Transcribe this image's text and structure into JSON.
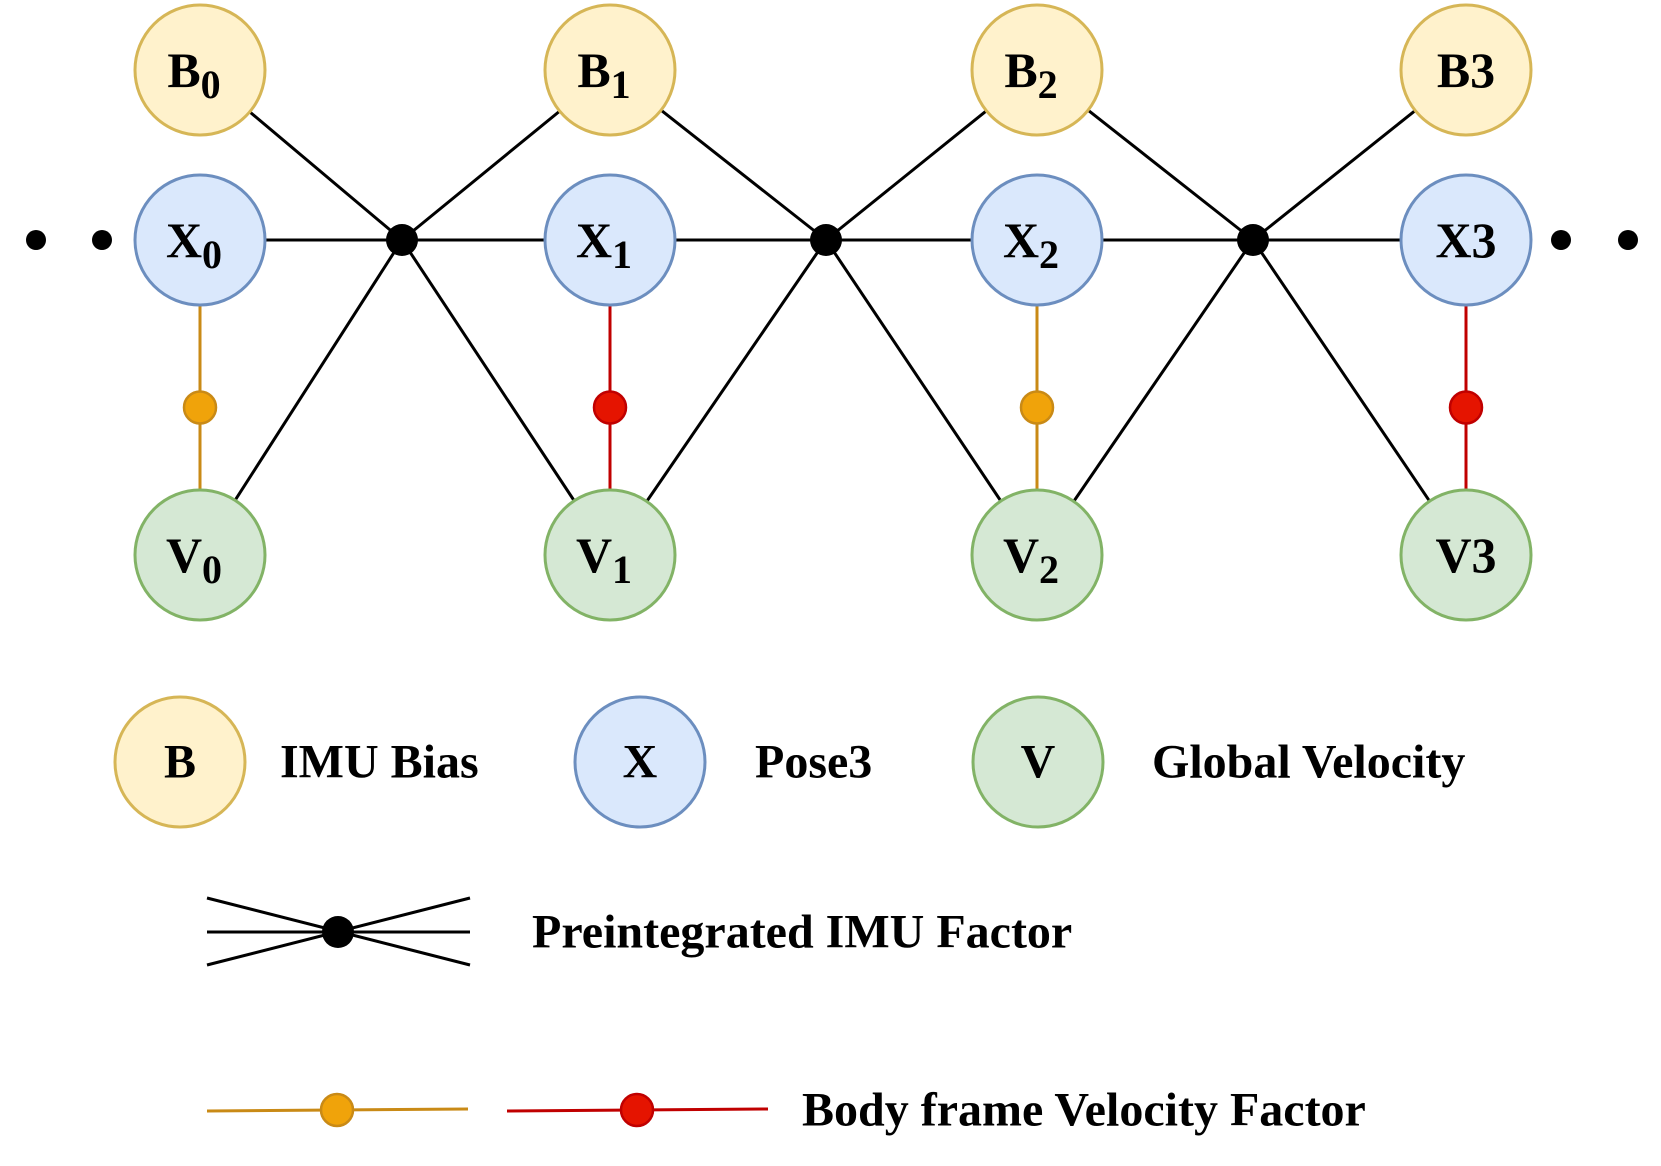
{
  "colors": {
    "bias_fill": "#fff2cc",
    "bias_stroke": "#d6b656",
    "pose_fill": "#dae8fc",
    "pose_stroke": "#6c8ebf",
    "vel_fill": "#d5e8d4",
    "vel_stroke": "#82b366",
    "factor": "#000000",
    "orange_factor": "#f0a30a",
    "orange_line": "#c98a16",
    "red_factor": "#e51400",
    "red_line": "#c00000"
  },
  "nodes": {
    "B0": {
      "main": "B",
      "sub": "0"
    },
    "B1": {
      "main": "B",
      "sub": "1"
    },
    "B2": {
      "main": "B",
      "sub": "2"
    },
    "B3": {
      "main": "B3",
      "sub": ""
    },
    "X0": {
      "main": "X",
      "sub": "0"
    },
    "X1": {
      "main": "X",
      "sub": "1"
    },
    "X2": {
      "main": "X",
      "sub": "2"
    },
    "X3": {
      "main": "X3",
      "sub": ""
    },
    "V0": {
      "main": "V",
      "sub": "0"
    },
    "V1": {
      "main": "V",
      "sub": "1"
    },
    "V2": {
      "main": "V",
      "sub": "2"
    },
    "V3": {
      "main": "V3",
      "sub": ""
    }
  },
  "edges": [
    {
      "type": "imu",
      "a": "B0",
      "f": 0
    },
    {
      "type": "imu",
      "a": "X0",
      "f": 0
    },
    {
      "type": "imu",
      "a": "V0",
      "f": 0
    },
    {
      "type": "imu",
      "a": "B1",
      "f": 0
    },
    {
      "type": "imu",
      "a": "X1",
      "f": 0
    },
    {
      "type": "imu",
      "a": "V1",
      "f": 0
    },
    {
      "type": "imu",
      "a": "B1",
      "f": 1
    },
    {
      "type": "imu",
      "a": "X1",
      "f": 1
    },
    {
      "type": "imu",
      "a": "V1",
      "f": 1
    },
    {
      "type": "imu",
      "a": "B2",
      "f": 1
    },
    {
      "type": "imu",
      "a": "X2",
      "f": 1
    },
    {
      "type": "imu",
      "a": "V2",
      "f": 1
    },
    {
      "type": "imu",
      "a": "B2",
      "f": 2
    },
    {
      "type": "imu",
      "a": "X2",
      "f": 2
    },
    {
      "type": "imu",
      "a": "V2",
      "f": 2
    },
    {
      "type": "imu",
      "a": "B3",
      "f": 2
    },
    {
      "type": "imu",
      "a": "X3",
      "f": 2
    },
    {
      "type": "imu",
      "a": "V3",
      "f": 2
    },
    {
      "type": "vel",
      "color": "orange",
      "from": "X0",
      "to": "V0"
    },
    {
      "type": "vel",
      "color": "red",
      "from": "X1",
      "to": "V1"
    },
    {
      "type": "vel",
      "color": "orange",
      "from": "X2",
      "to": "V2"
    },
    {
      "type": "vel",
      "color": "red",
      "from": "X3",
      "to": "V3"
    }
  ],
  "legend": {
    "bias_symbol": "B",
    "bias_label": "IMU Bias",
    "pose_symbol": "X",
    "pose_label": "Pose3",
    "vel_symbol": "V",
    "vel_label": "Global Velocity",
    "imu_factor_label": "Preintegrated IMU Factor",
    "vel_factor_label": "Body frame Velocity Factor"
  }
}
